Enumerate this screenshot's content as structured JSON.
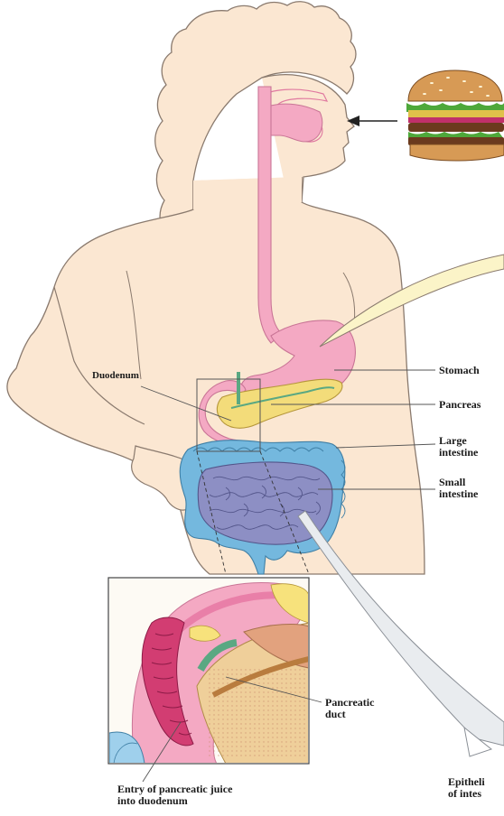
{
  "labels": {
    "stomach": "Stomach",
    "pancreas": "Pancreas",
    "large_intestine": [
      "Large",
      "intestine"
    ],
    "small_intestine": [
      "Small",
      "intestine"
    ],
    "duodenum": "Duodenum",
    "pancreatic_duct": [
      "Pancreatic",
      "duct"
    ],
    "entry_pancreatic_juice": [
      "Entry of pancreatic juice",
      "into duodenum"
    ],
    "epithelium_partial": [
      "Epitheli",
      "of intes"
    ]
  },
  "colors": {
    "skin": "#fbe7d2",
    "skin_outline": "#8a7a6e",
    "digestive_pink": "#f4a9c3",
    "pancreas_yellow": "#f3dc7a",
    "large_intestine_blue": "#74b8de",
    "small_intestine_purple": "#8d8fc4",
    "callout_cream": "#fbf4c8",
    "duct_green": "#5aa882"
  },
  "icons": [
    "hamburger-icon",
    "food-arrow-icon"
  ]
}
